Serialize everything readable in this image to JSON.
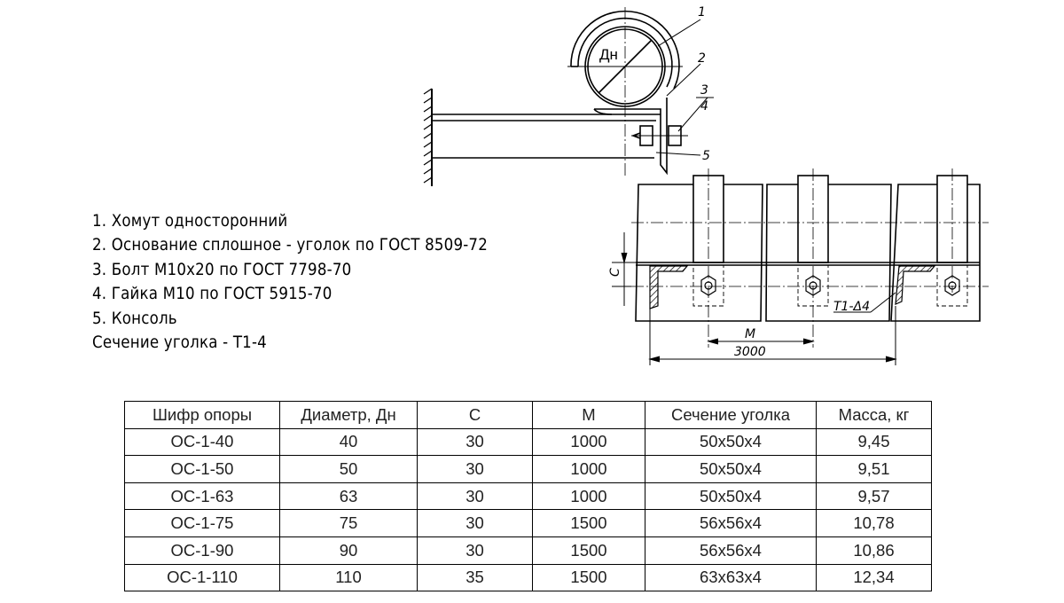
{
  "drawing": {
    "labels": {
      "diameter": "Дн",
      "item1": "1",
      "item2": "2",
      "item3": "3",
      "item4": "4",
      "item5": "5",
      "dim_c": "C",
      "dim_m": "M",
      "dim_total": "3000",
      "section": "Т1-Δ4"
    }
  },
  "legend": [
    "1. Хомут односторонний",
    "2. Основание сплошное - уголок по ГОСТ 8509-72",
    "3. Болт М10х20 по ГОСТ 7798-70",
    "4. Гайка М10 по ГОСТ 5915-70",
    "5. Консоль",
    "Сечение уголка - Т1-4"
  ],
  "table": {
    "headers": [
      "Шифр опоры",
      "Диаметр, Дн",
      "C",
      "M",
      "Сечение уголка",
      "Масса, кг"
    ],
    "rows": [
      [
        "ОС-1-40",
        "40",
        "30",
        "1000",
        "50x50x4",
        "9,45"
      ],
      [
        "ОС-1-50",
        "50",
        "30",
        "1000",
        "50x50x4",
        "9,51"
      ],
      [
        "ОС-1-63",
        "63",
        "30",
        "1000",
        "50x50x4",
        "9,57"
      ],
      [
        "ОС-1-75",
        "75",
        "30",
        "1500",
        "56x56x4",
        "10,78"
      ],
      [
        "ОС-1-90",
        "90",
        "30",
        "1500",
        "56x56x4",
        "10,86"
      ],
      [
        "ОС-1-110",
        "110",
        "35",
        "1500",
        "63x63x4",
        "12,34"
      ]
    ]
  }
}
